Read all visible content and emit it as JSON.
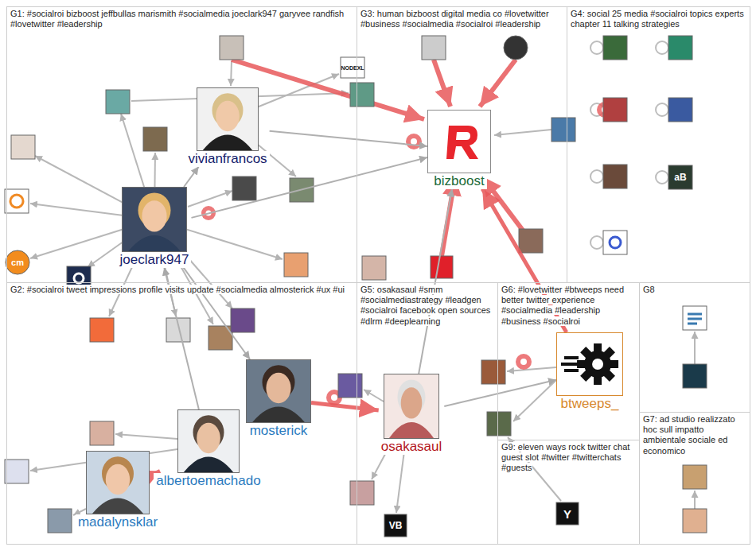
{
  "diagram": {
    "nodes": [
      {
        "text": [
          "G1: #socialroi bizboost jeffbullas marismith #socialmedia joeclark947 garyvee randfish #lovetwitter #leadership"
        ]
      },
      {
        "text": [
          "G3: human bizboost digital media co #lovetwitter #business #socialmedia #socialroi #leadership"
        ]
      },
      {
        "text": [
          "G4: social 25 media #socialroi topics experts chapter 11 talking strategies"
        ]
      },
      {
        "text": [
          "G2: #socialroi tweet impressions profile visits update #socialmedia almosterick #ux #ui"
        ]
      },
      {
        "text": [
          "G5: osakasaul #smm #socialmediastrategy #leadgen #socialroi facebook open sources #dlrm #deeplearning"
        ]
      },
      {
        "text": [
          "G6: #lovetwitter #btweeps need better twitter experience #socialmedia #leadership #business #socialroi"
        ]
      },
      {
        "text": [
          "G8"
        ]
      },
      {
        "text": [
          "G7: ad studio realizzato hoc sull impatto ambientale sociale ed economico"
        ]
      },
      {
        "text": [
          "G9: eleven ways rock twitter chat guest slot #twitter #twitterchats #guests"
        ]
      },
      {
        "text": [
          "vivianfrancos"
        ],
        "in": 0
      },
      {
        "text": [
          "joeclark947"
        ],
        "in": 0
      },
      {
        "text": [
          "bizboost"
        ],
        "in": 1
      },
      {
        "text": [
          "mosterick"
        ],
        "in": 3
      },
      {
        "text": [
          "albertoemachado"
        ],
        "in": 3
      },
      {
        "text": [
          "madalynsklar"
        ],
        "in": 3
      },
      {
        "text": [
          "osakasaul"
        ],
        "in": 4
      },
      {
        "text": [
          "btweeps_"
        ],
        "in": 5
      }
    ],
    "edges": [
      {
        "from": 10,
        "to": 9,
        "arrow": "to"
      },
      {
        "from": 9,
        "to": 11,
        "arrow": "to"
      },
      {
        "from": 10,
        "to": 11,
        "arrow": "to"
      },
      {
        "from": 13,
        "to": 10,
        "arrow": "to"
      },
      {
        "from": 10,
        "to": 12,
        "arrow": "to"
      },
      {
        "from": 12,
        "to": 15,
        "arrow": "to"
      },
      {
        "from": 15,
        "to": 16,
        "arrow": "to"
      },
      {
        "from": 16,
        "to": 11,
        "arrow": "to"
      },
      {
        "from": 15,
        "to": 11,
        "arrow": "to"
      },
      {
        "from": 13,
        "to": 14,
        "arrow": "to"
      }
    ],
    "labels": [
      "NODEXL",
      "cm",
      "VB",
      "Y",
      "aB"
    ]
  }
}
